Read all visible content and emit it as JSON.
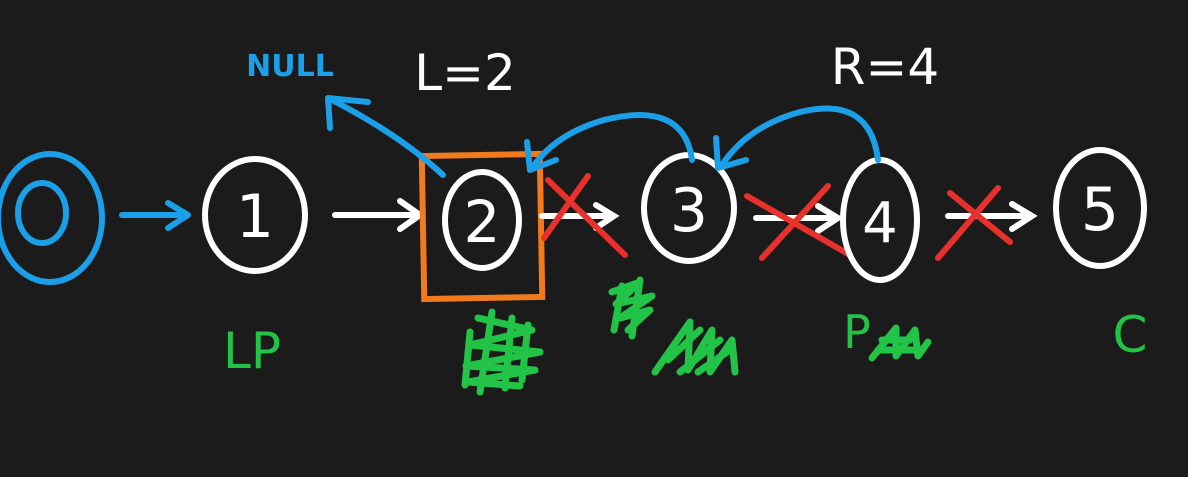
{
  "labels": {
    "null_text": "NULL",
    "left_text": "L=2",
    "right_text": "R=4",
    "lp_text": "LP",
    "p_text": "P",
    "c_text": "C"
  },
  "nodes": [
    {
      "label": "0"
    },
    {
      "label": "1"
    },
    {
      "label": "2"
    },
    {
      "label": "3"
    },
    {
      "label": "4"
    },
    {
      "label": "5"
    }
  ],
  "colors": {
    "background": "#1b1b1b",
    "white": "#ffffff",
    "blue": "#1a9fe8",
    "orange": "#f07a1c",
    "red": "#e8302c",
    "green": "#22c447"
  }
}
